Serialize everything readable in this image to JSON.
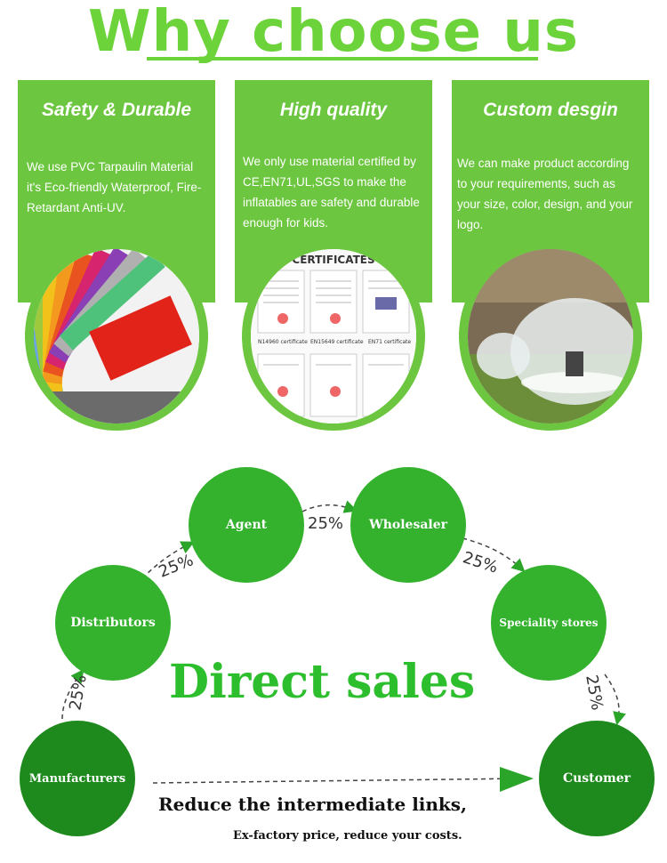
{
  "header": {
    "title": "Why choose us"
  },
  "cards": [
    {
      "title": "Safety & Durable",
      "text": "We use  PVC Tarpaulin Material it's Eco-friendly Waterproof, Fire-Retardant Anti-UV.",
      "image": "colorful PVC swatches"
    },
    {
      "title": "High quality",
      "text": "We only use material certified by CE,EN71,UL,SGS to make the inflatables are safety and durable enough for kids.",
      "image": "certificates collage",
      "image_labels": {
        "heading": "CERTIFICATES",
        "c1": "N14960 certificate",
        "c2": "EN15649 certificate",
        "c3": "EN71 certificate"
      }
    },
    {
      "title": "Custom desgin",
      "text": "We can make product according to your requirements, such as your size, color, design, and your logo.",
      "image": "transparent bubble tent on lawn"
    }
  ],
  "flow": {
    "nodes": {
      "manufacturers": "Manufacturers",
      "distributors": "Distributors",
      "agent": "Agent",
      "wholesaler": "Wholesaler",
      "speciality": "Speciality stores",
      "customer": "Customer"
    },
    "percentages": {
      "p1": "25%",
      "p2": "25%",
      "p3": "25%",
      "p4": "25%",
      "p5": "25%"
    },
    "center_text": "Direct sales",
    "tagline": "Reduce the intermediate links,",
    "sub_tagline": "Ex-factory price, reduce your costs."
  },
  "colors": {
    "green": "#6cc63f",
    "node_green": "#34b22e",
    "dark_green": "#1e8a1e",
    "title_green": "#6cd33a"
  }
}
